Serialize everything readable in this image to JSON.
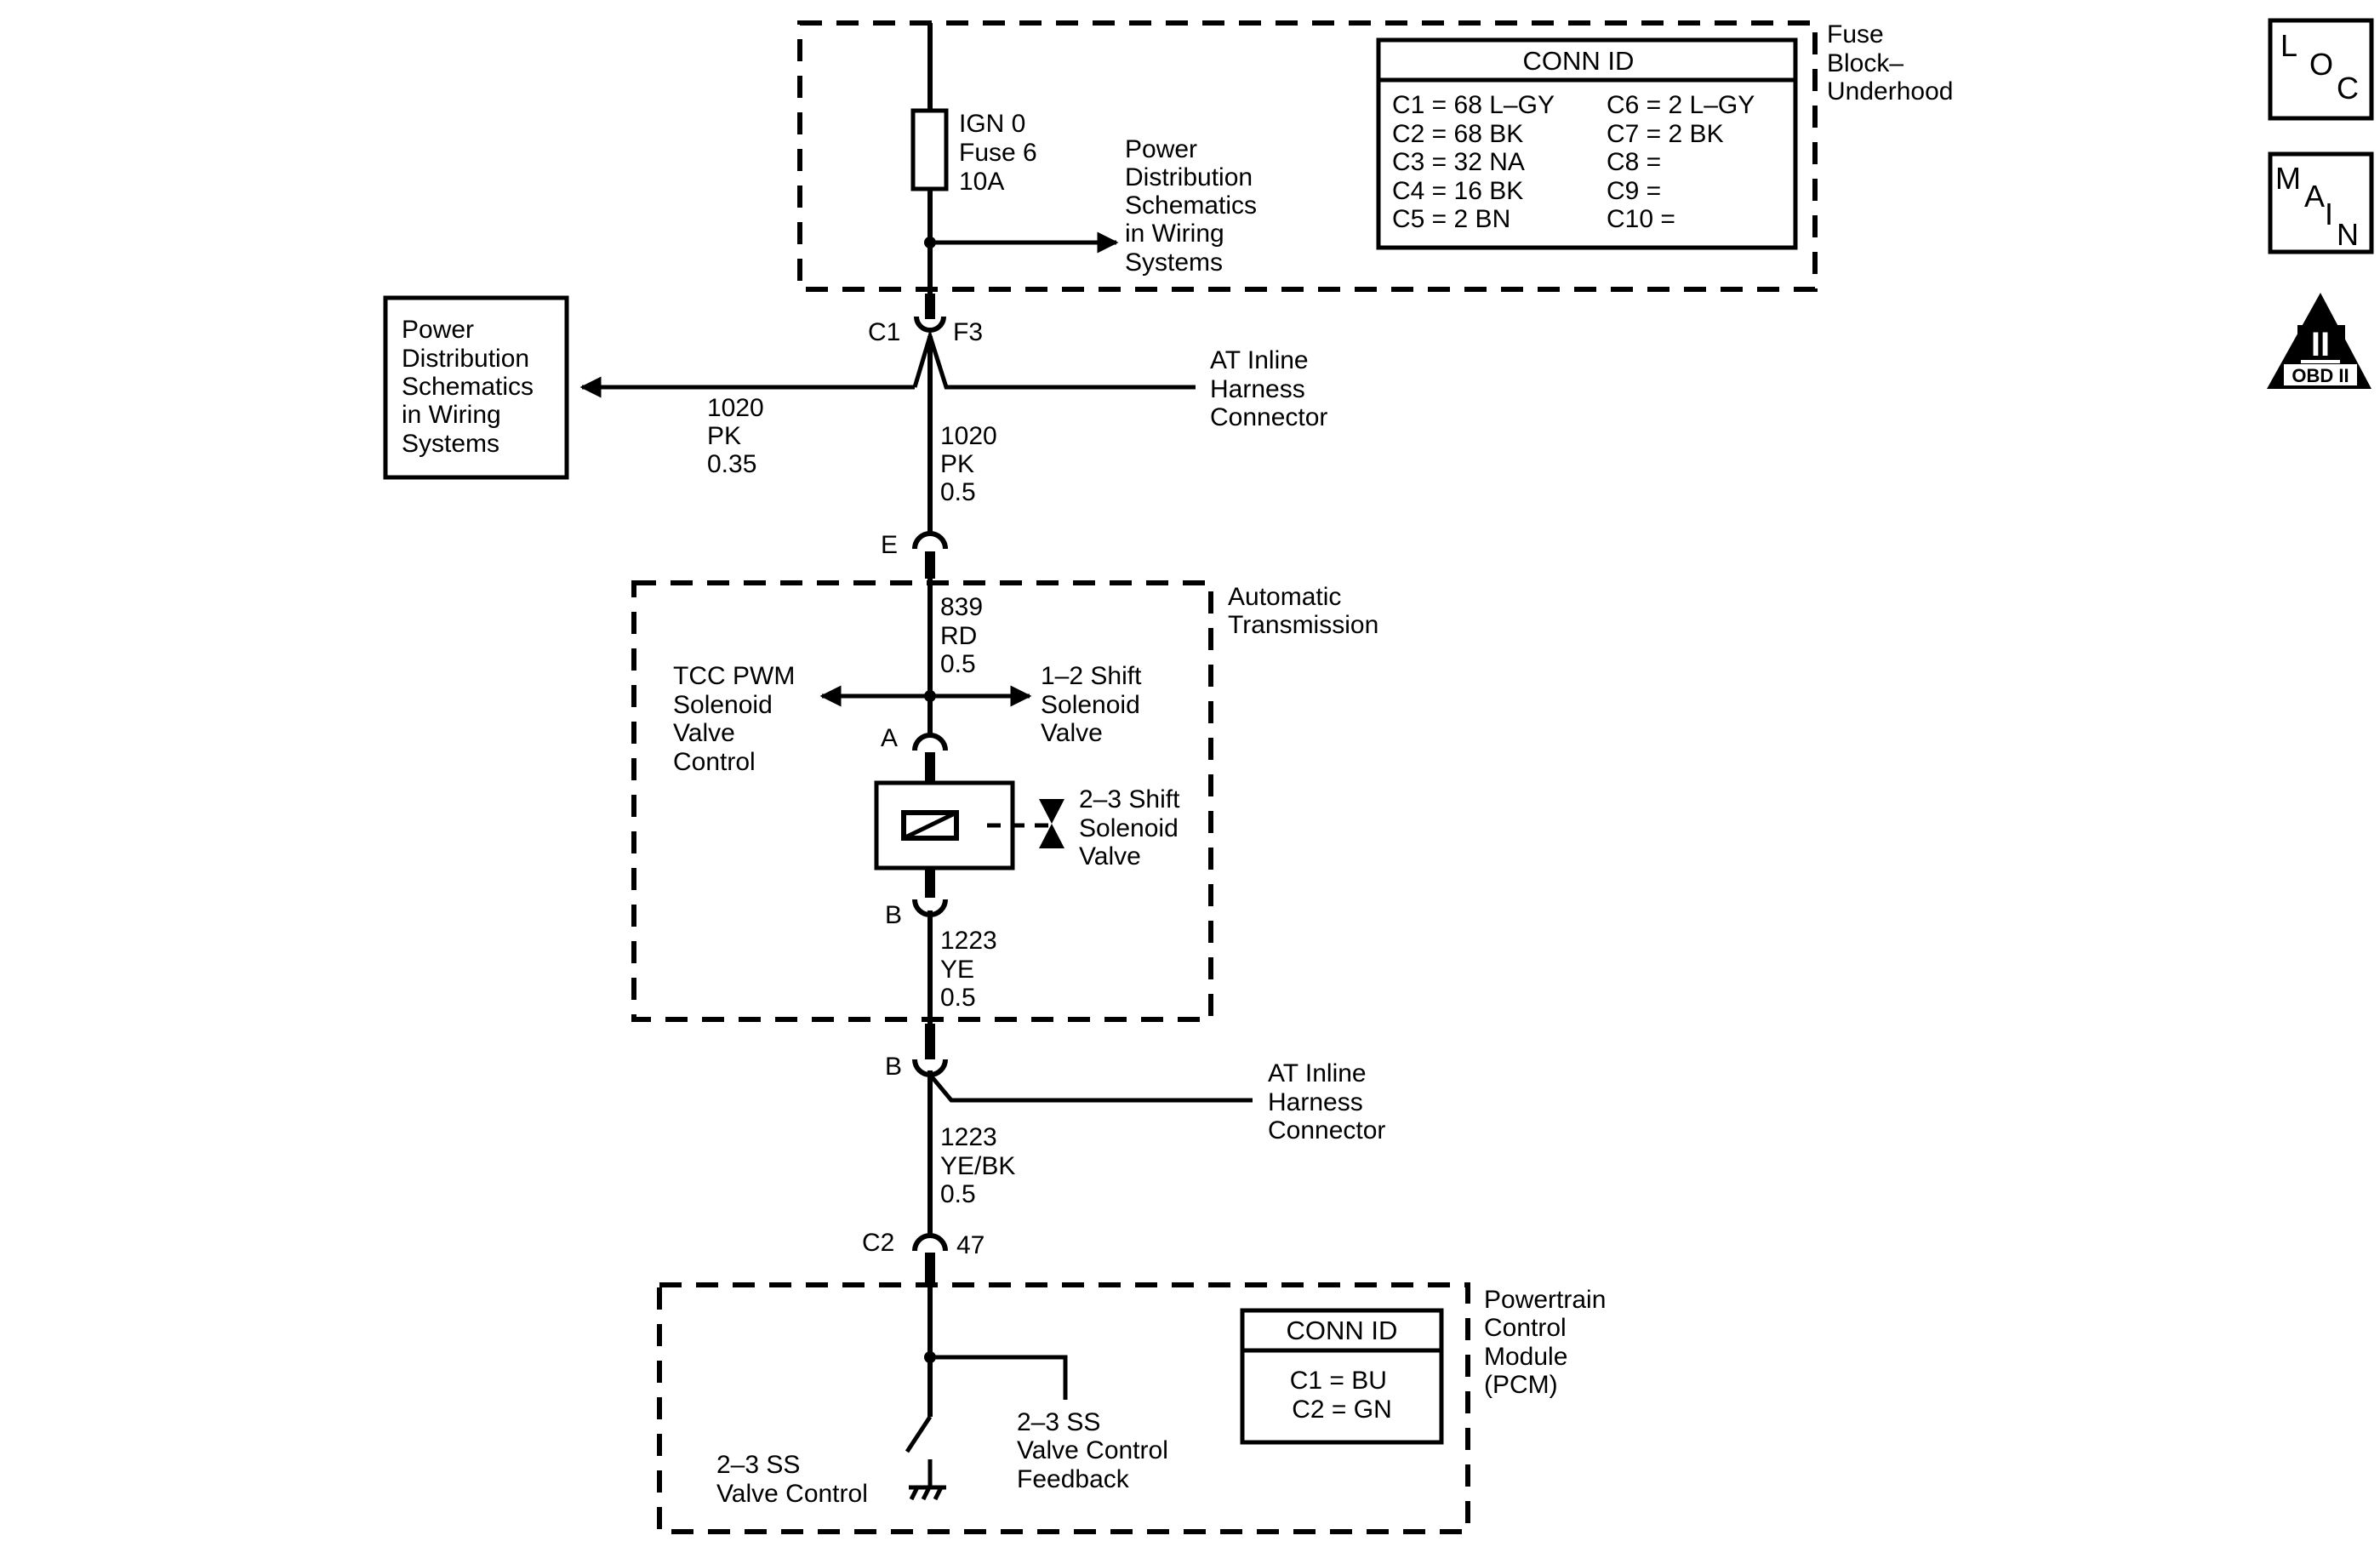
{
  "fuse_block": {
    "title": [
      "Fuse",
      "Block–",
      "Underhood"
    ],
    "fuse_label": [
      "IGN 0",
      "Fuse 6",
      "10A"
    ],
    "pd_ref": [
      "Power",
      "Distribution",
      "Schematics",
      "in Wiring",
      "Systems"
    ],
    "conn_id": {
      "header": "CONN ID",
      "left": [
        "C1 = 68 L–GY",
        "C2 = 68 BK",
        "C3 = 32 NA",
        "C4 = 16 BK",
        "C5 = 2 BN"
      ],
      "right": [
        "C6 = 2 L–GY",
        "C7 = 2 BK",
        "C8 =",
        "C9 =",
        "C10 ="
      ]
    }
  },
  "connector_c1": {
    "left": "C1",
    "right": "F3"
  },
  "left_pd_box": [
    "Power",
    "Distribution",
    "Schematics",
    "in Wiring",
    "Systems"
  ],
  "wire_1020_left": [
    "1020",
    "PK",
    "0.35"
  ],
  "wire_1020_main": [
    "1020",
    "PK",
    "0.5"
  ],
  "at_inline_1": [
    "AT Inline",
    "Harness",
    "Connector"
  ],
  "connector_e": "E",
  "auto_trans": {
    "title": [
      "Automatic",
      "Transmission"
    ],
    "wire_839": [
      "839",
      "RD",
      "0.5"
    ],
    "tcc_label": [
      "TCC PWM",
      "Solenoid",
      "Valve",
      "Control"
    ],
    "shift12_label": [
      "1–2 Shift",
      "Solenoid",
      "Valve"
    ],
    "connector_a": "A",
    "connector_b": "B",
    "shift23_label": [
      "2–3 Shift",
      "Solenoid",
      "Valve"
    ],
    "wire_1223": [
      "1223",
      "YE",
      "0.5"
    ]
  },
  "connector_b2": "B",
  "at_inline_2": [
    "AT Inline",
    "Harness",
    "Connector"
  ],
  "wire_1223_bk": [
    "1223",
    "YE/BK",
    "0.5"
  ],
  "connector_c2": {
    "left": "C2",
    "right": "47"
  },
  "pcm": {
    "title": [
      "Powertrain",
      "Control",
      "Module",
      "(PCM)"
    ],
    "conn_id": {
      "header": "CONN ID",
      "rows": [
        "C1 = BU",
        "C2 = GN"
      ]
    },
    "control_label": [
      "2–3 SS",
      "Valve Control"
    ],
    "feedback_label": [
      "2–3 SS",
      "Valve Control",
      "Feedback"
    ]
  },
  "icons": {
    "loc": [
      "L",
      "O",
      "C"
    ],
    "main": [
      "M",
      "A",
      "I",
      "N"
    ],
    "obd": {
      "num": "II",
      "label": "OBD II"
    }
  }
}
